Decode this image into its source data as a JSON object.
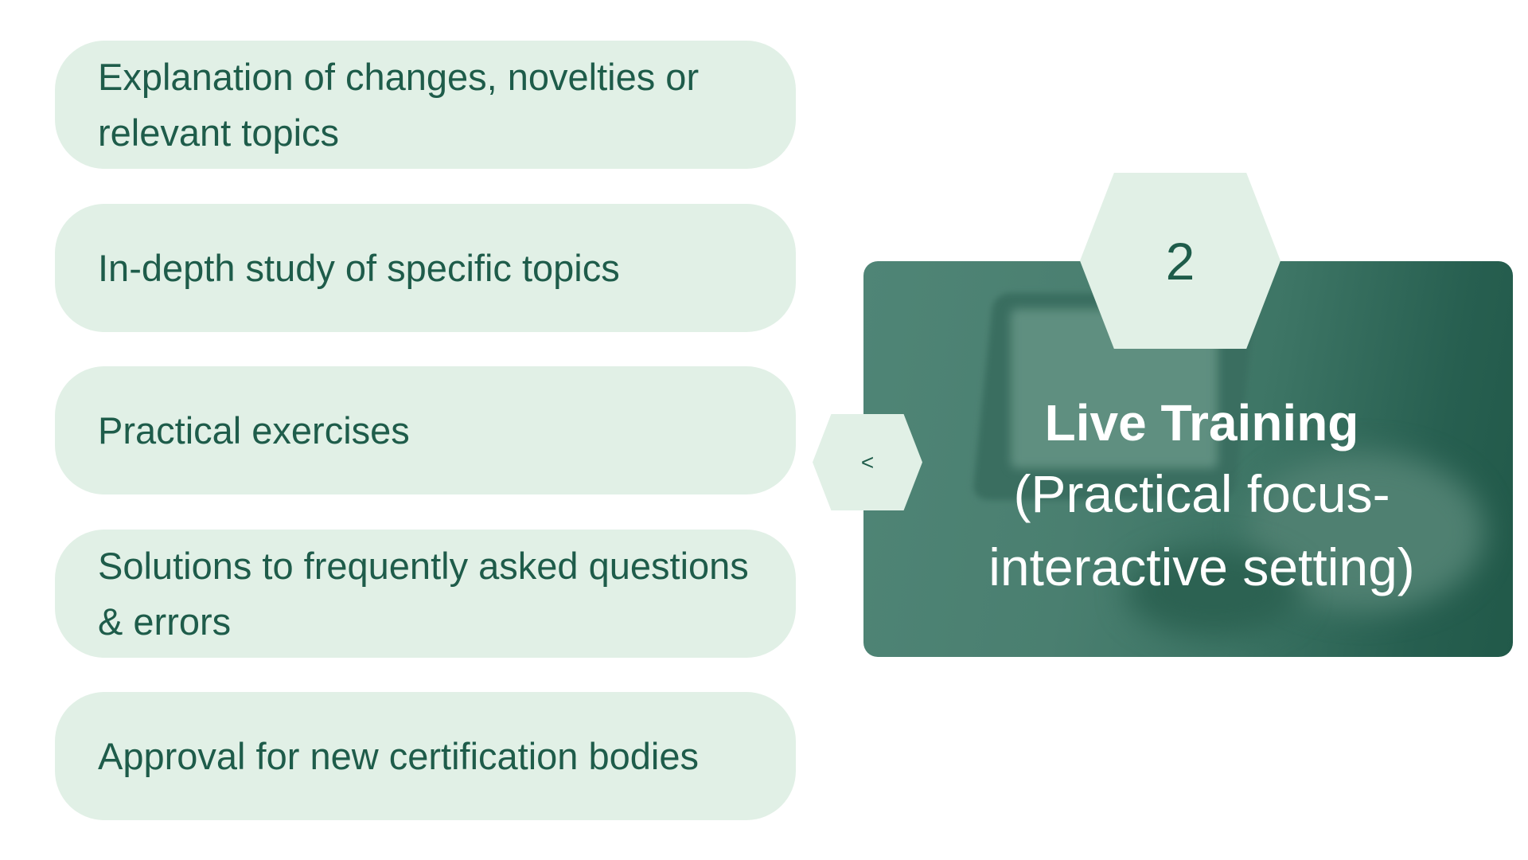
{
  "items": [
    {
      "label": "Explanation of changes, novelties or relevant topics"
    },
    {
      "label": "In-depth study of specific topics"
    },
    {
      "label": "Practical exercises"
    },
    {
      "label": "Solutions to frequently asked questions & errors"
    },
    {
      "label": "Approval for new certification bodies"
    }
  ],
  "card": {
    "step_number": "2",
    "title": "Live Training",
    "subtitle": "(Practical focus-interactive setting)",
    "collapse_glyph": "<"
  },
  "colors": {
    "pill_bg": "#e1f0e6",
    "text_dark": "#1e5c4a",
    "card_bg": "#4a7f70"
  }
}
